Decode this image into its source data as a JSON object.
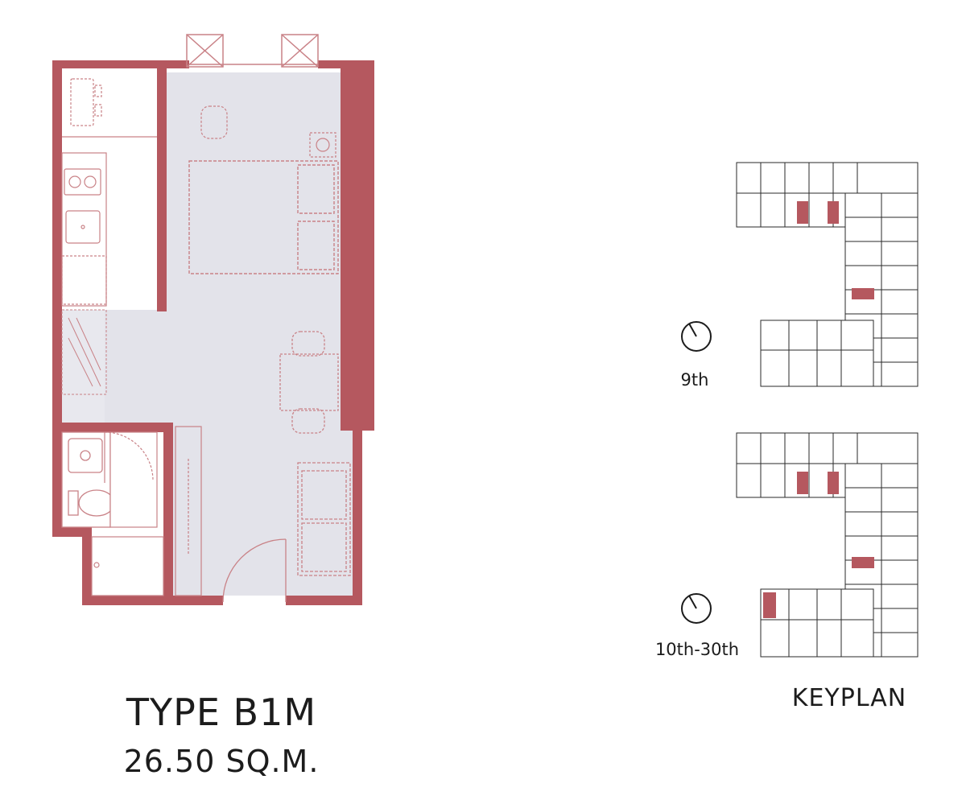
{
  "unit": {
    "type_label": "TYPE B1M",
    "area_label": "26.50 SQ.M."
  },
  "keyplan": {
    "label": "KEYPLAN",
    "floors": [
      {
        "label": "9th",
        "icon": "compass-icon"
      },
      {
        "label": "10th-30th",
        "icon": "compass-icon"
      }
    ]
  },
  "colors": {
    "wall": "#b5585f",
    "floor": "#e3e3ea",
    "outline": "#c98287",
    "highlight": "#b5585f",
    "text": "#1c1c1c"
  }
}
